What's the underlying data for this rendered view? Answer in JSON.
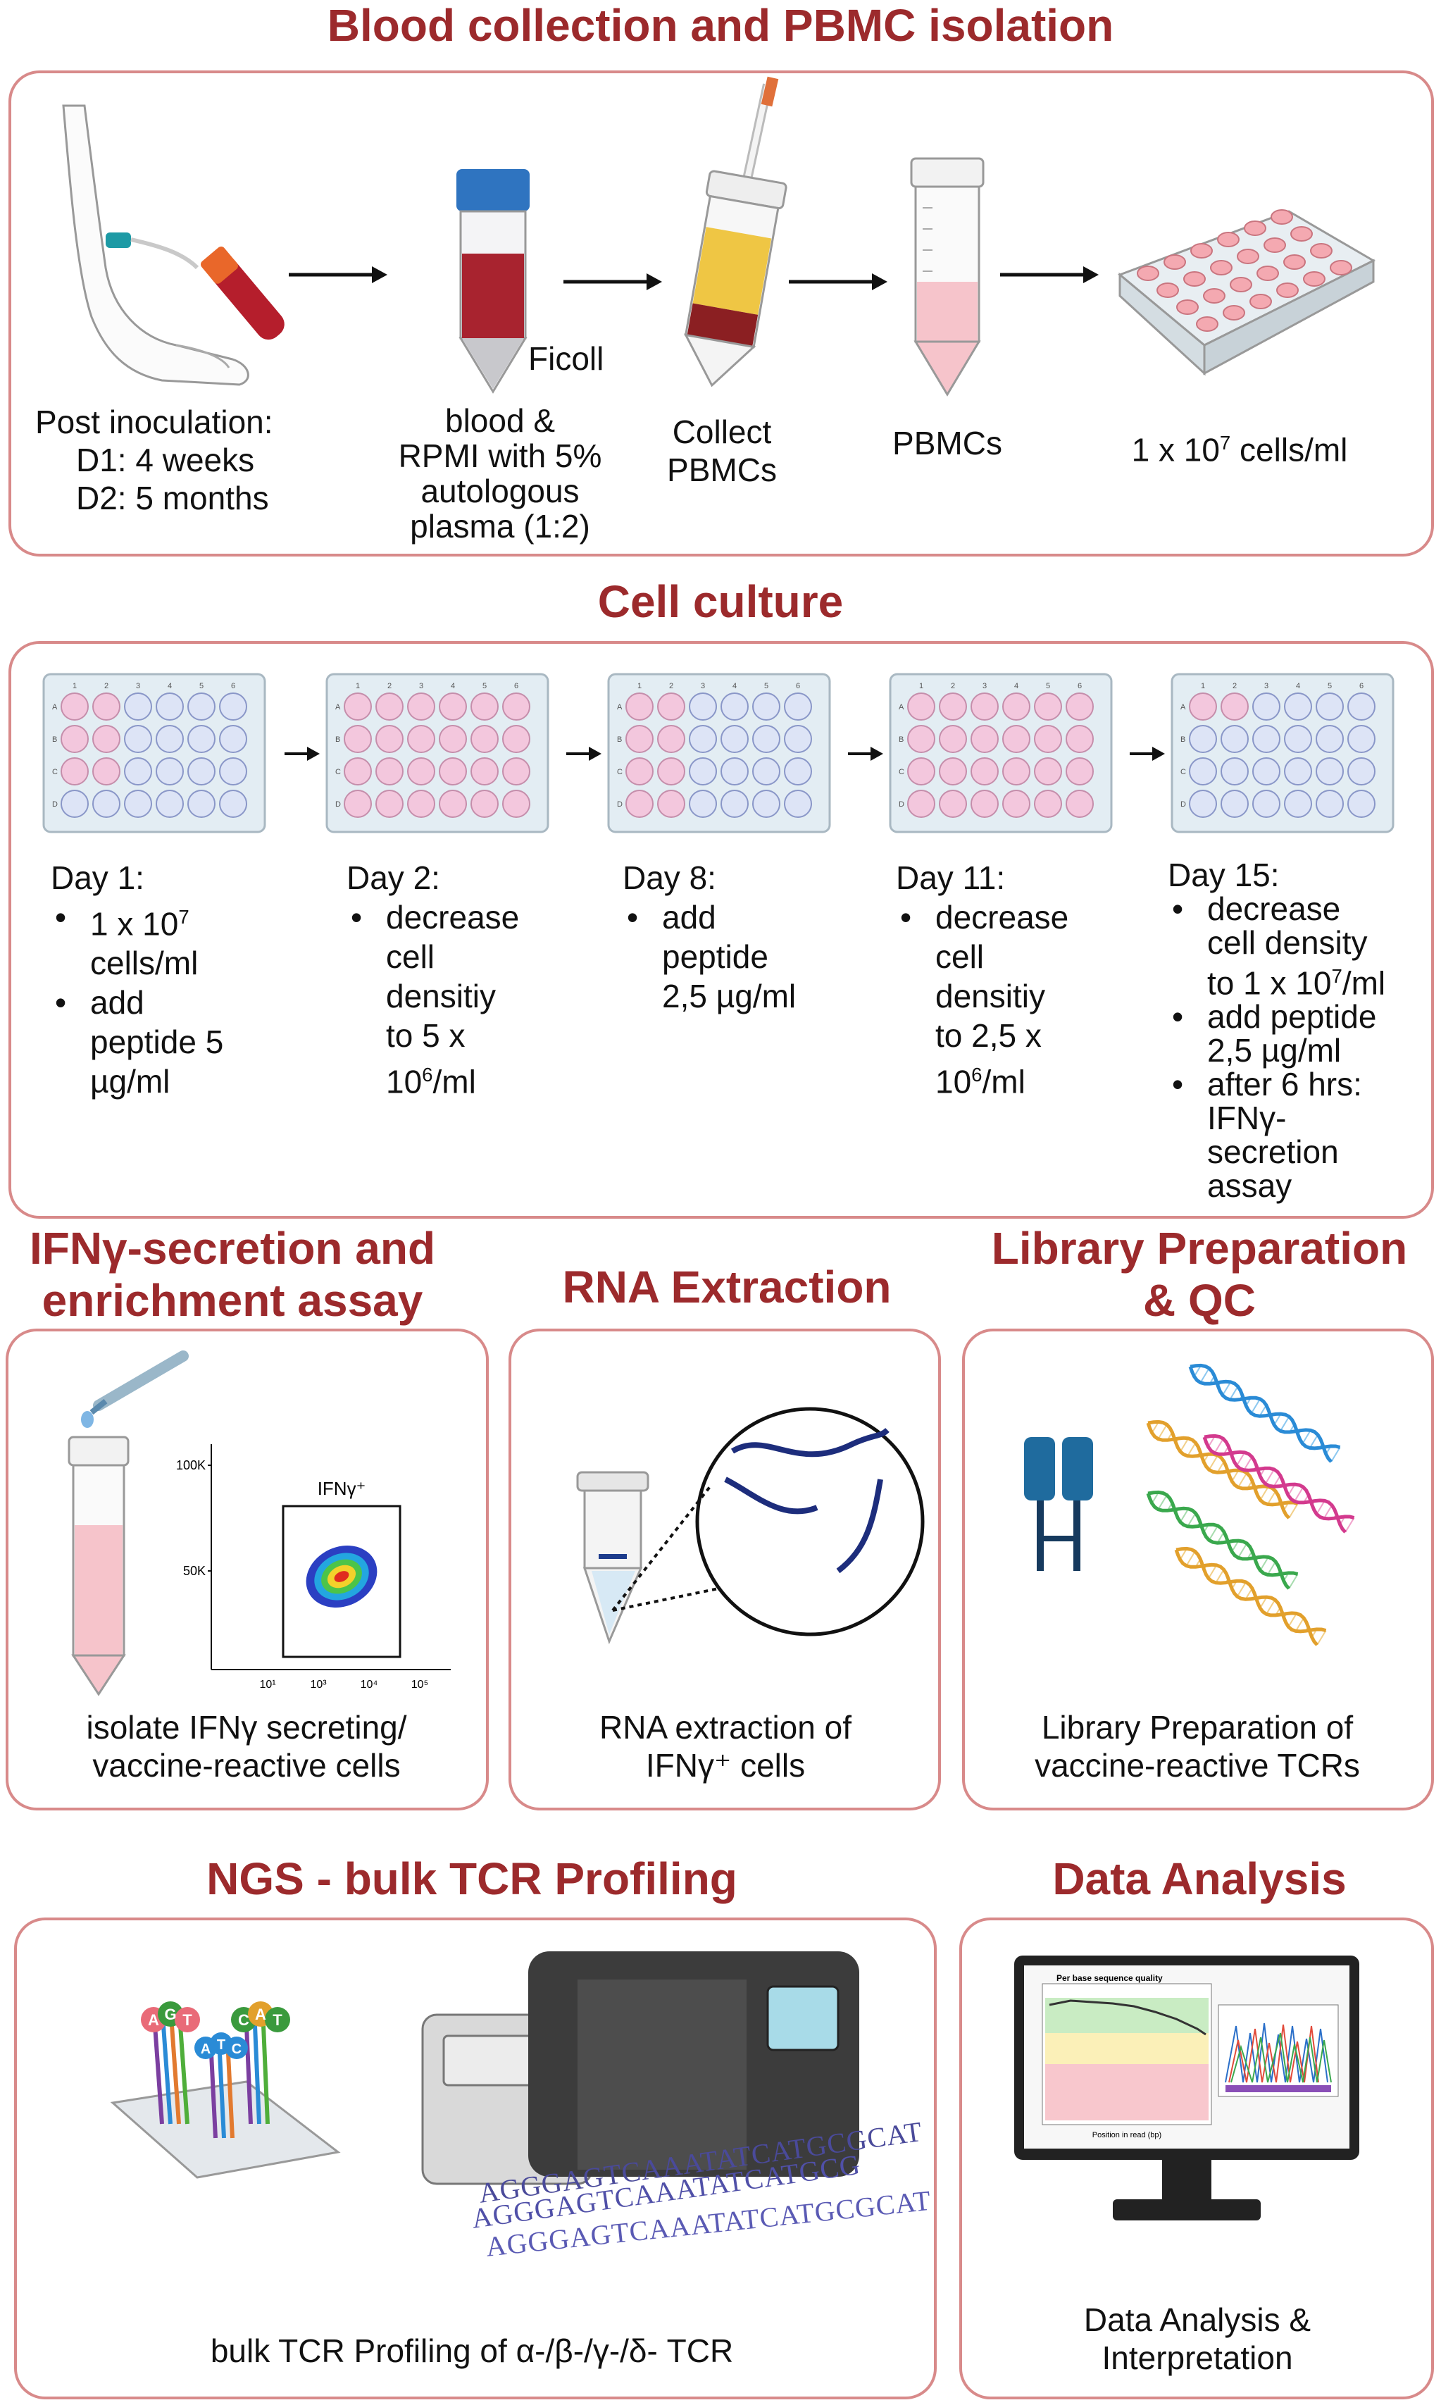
{
  "section1": {
    "title": "Blood collection and PBMC isolation",
    "post_inoculation": [
      "Post inoculation:",
      "D1: 4 weeks",
      "D2: 5 months"
    ],
    "ficoll": "Ficoll",
    "blood_label": [
      "blood &",
      "RPMI with 5%",
      "autologous",
      "plasma (1:2)"
    ],
    "collect_label": [
      "Collect",
      "PBMCs"
    ],
    "pbmc_label": "PBMCs",
    "density_label": {
      "prefix": "1 x 10",
      "sup": "7",
      "suffix": " cells/ml"
    }
  },
  "section2": {
    "title": "Cell culture",
    "plate_rows": [
      "A",
      "B",
      "C",
      "D"
    ],
    "plate_cols": [
      "1",
      "2",
      "3",
      "4",
      "5",
      "6"
    ],
    "days": [
      {
        "day": "Day 1:",
        "bullets": [
          {
            "lines": [
              "1 x 10|7",
              "cells/ml"
            ]
          },
          {
            "lines": [
              "add",
              "peptide 5",
              "µg/ml"
            ]
          }
        ]
      },
      {
        "day": "Day 2:",
        "bullets": [
          {
            "lines": [
              "decrease",
              "cell",
              "densitiy",
              "to 5 x",
              "10|6|/ml"
            ]
          }
        ]
      },
      {
        "day": "Day 8:",
        "bullets": [
          {
            "lines": [
              "add",
              "peptide",
              "2,5 µg/ml"
            ]
          }
        ]
      },
      {
        "day": "Day 11:",
        "bullets": [
          {
            "lines": [
              "decrease",
              "cell",
              "densitiy",
              "to 2,5 x",
              "10|6|/ml"
            ]
          }
        ]
      },
      {
        "day": "Day 15:",
        "bullets": [
          {
            "lines": [
              "decrease",
              "cell density",
              "to 1 x 10|7|/ml"
            ]
          },
          {
            "lines": [
              "add peptide",
              "2,5 µg/ml"
            ]
          },
          {
            "lines": [
              "after 6 hrs:",
              "IFNγ-",
              "secretion",
              "assay"
            ]
          }
        ]
      }
    ]
  },
  "section3": {
    "title": [
      "IFNγ-secretion and",
      "enrichment assay"
    ],
    "gate_label": "IFNγ⁺",
    "y_ticks": [
      "100K",
      "50K"
    ],
    "x_ticks": [
      "10¹",
      "10³",
      "10⁴",
      "10⁵"
    ],
    "caption": [
      "isolate IFNγ secreting/",
      "vaccine-reactive cells"
    ]
  },
  "section4": {
    "title": "RNA Extraction",
    "caption": [
      "RNA extraction of",
      "IFNγ⁺ cells"
    ]
  },
  "section5": {
    "title": [
      "Library Preparation",
      "& QC"
    ],
    "caption": [
      "Library Preparation of",
      "vaccine-reactive TCRs"
    ]
  },
  "section6": {
    "title": "NGS - bulk TCR Profiling",
    "bases_green": [
      "A",
      "G",
      "T"
    ],
    "bases_orange": [
      "C",
      "A",
      "T"
    ],
    "bases_blue": [
      "A",
      "T",
      "C"
    ],
    "seq_lines": [
      "AGGGAGTCAAATATCATGCGCAT",
      "AGGGAGTCAAATATCATGCG",
      "AGGGAGTCAAATATCATGCGCAT"
    ],
    "caption": "bulk TCR Profiling of α-/β-/γ-/δ- TCR"
  },
  "section7": {
    "title": "Data Analysis",
    "chart_title": "Per base sequence quality",
    "chart_xlabel": "Position in read (bp)",
    "caption": [
      "Data Analysis &",
      "Interpretation"
    ]
  },
  "colors": {
    "title": "#9c2a2c",
    "panel_border": "#d88a8a",
    "pink_well": "#f3c7dd",
    "blue_well": "#dde4f6",
    "arrow": "#111111"
  }
}
